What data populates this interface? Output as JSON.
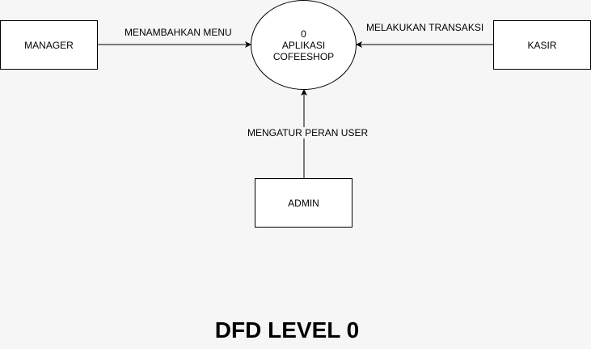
{
  "title": "DFD LEVEL 0",
  "process": {
    "number": "0",
    "line1": "APLIKASI",
    "line2": "COFEESHOP"
  },
  "entities": {
    "manager": "MANAGER",
    "kasir": "KASIR",
    "admin": "ADMIN"
  },
  "flows": {
    "manager_to_process": "MENAMBAHKAN MENU",
    "kasir_to_process": "MELAKUKAN TRANSAKSI",
    "admin_to_process": "MENGATUR PERAN USER"
  },
  "colors": {
    "background": "#f6f6f6",
    "shape_fill": "#ffffff",
    "stroke": "#000000"
  }
}
